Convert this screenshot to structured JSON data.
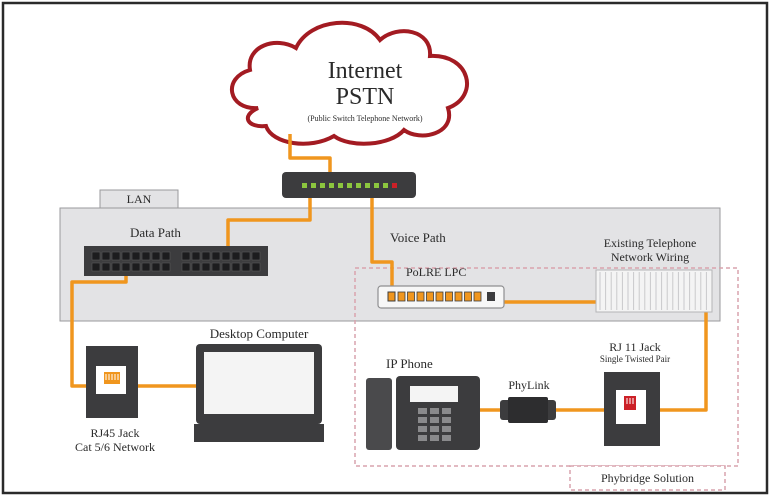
{
  "cloud": {
    "line1": "Internet",
    "line2": "PSTN",
    "line3": "(Public Switch Telephone Network)"
  },
  "lan": {
    "tab_label": "LAN",
    "data_path": "Data Path",
    "voice_path": "Voice Path"
  },
  "polre": {
    "label": "PoLRE LPC"
  },
  "wiring": {
    "line1": "Existing Telephone",
    "line2": "Network Wiring"
  },
  "desktop": {
    "label": "Desktop Computer"
  },
  "rj45": {
    "line1": "RJ45 Jack",
    "line2": "Cat 5/6 Network"
  },
  "ip_phone": {
    "label": "IP Phone"
  },
  "phylink": {
    "label": "PhyLink"
  },
  "rj11": {
    "line1": "RJ 11 Jack",
    "line2": "Single Twisted Pair"
  },
  "solution": {
    "label": "Phybridge Solution"
  },
  "colors": {
    "cable": "#f0961e",
    "cloud_outline": "#a31b22",
    "device_dark": "#3c3c3e",
    "lan_panel": "#e3e3e5",
    "dashed_box": "#d9a3ad",
    "router_led_green": "#8cc63e",
    "router_led_red": "#cc2027"
  }
}
